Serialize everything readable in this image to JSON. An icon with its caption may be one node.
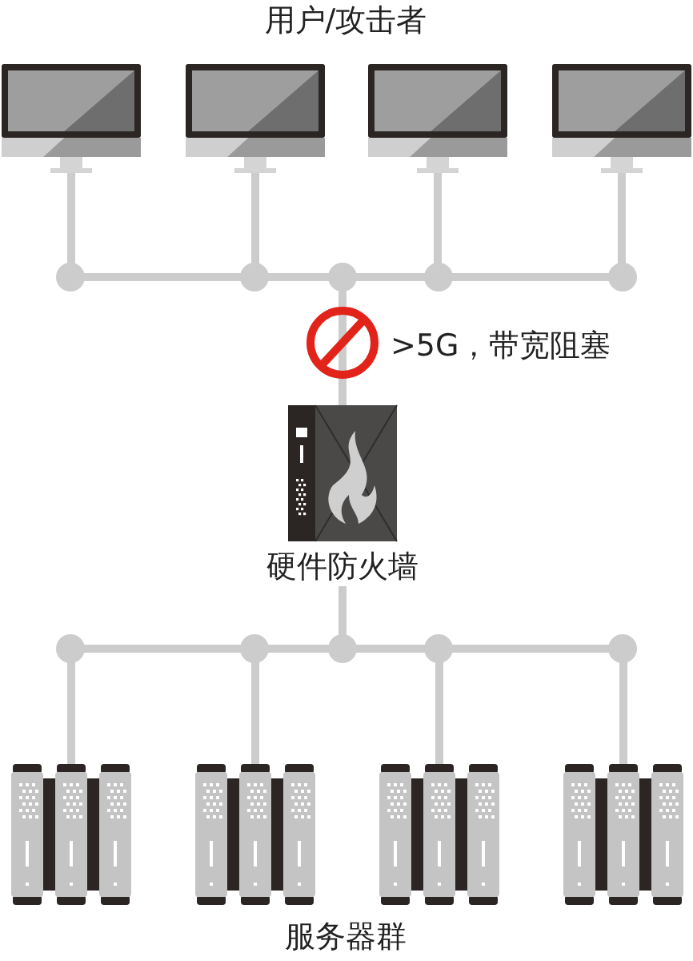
{
  "diagram": {
    "nodes": [
      {
        "text": [],
        "shape": "computer"
      },
      {
        "text": [],
        "shape": "computer"
      },
      {
        "text": [],
        "shape": "computer"
      },
      {
        "text": [],
        "shape": "computer"
      },
      {
        "text": [
          "硬件防火墙"
        ]
      },
      {
        "text": [],
        "shape": "server"
      },
      {
        "text": [],
        "shape": "server"
      },
      {
        "text": [],
        "shape": "server"
      },
      {
        "text": [],
        "shape": "server"
      }
    ],
    "edges": [
      {
        "from": 0,
        "to": 4,
        "arrow": "none"
      },
      {
        "from": 1,
        "to": 4,
        "arrow": "none"
      },
      {
        "from": 2,
        "to": 4,
        "arrow": "none"
      },
      {
        "from": 3,
        "to": 4,
        "arrow": "none"
      },
      {
        "from": 4,
        "to": 5,
        "arrow": "none"
      },
      {
        "from": 4,
        "to": 6,
        "arrow": "none"
      },
      {
        "from": 4,
        "to": 7,
        "arrow": "none"
      },
      {
        "from": 4,
        "to": 8,
        "arrow": "none"
      }
    ],
    "labels": [
      "用户/攻击者",
      ">5G，带宽阻塞",
      "服务器群"
    ]
  }
}
